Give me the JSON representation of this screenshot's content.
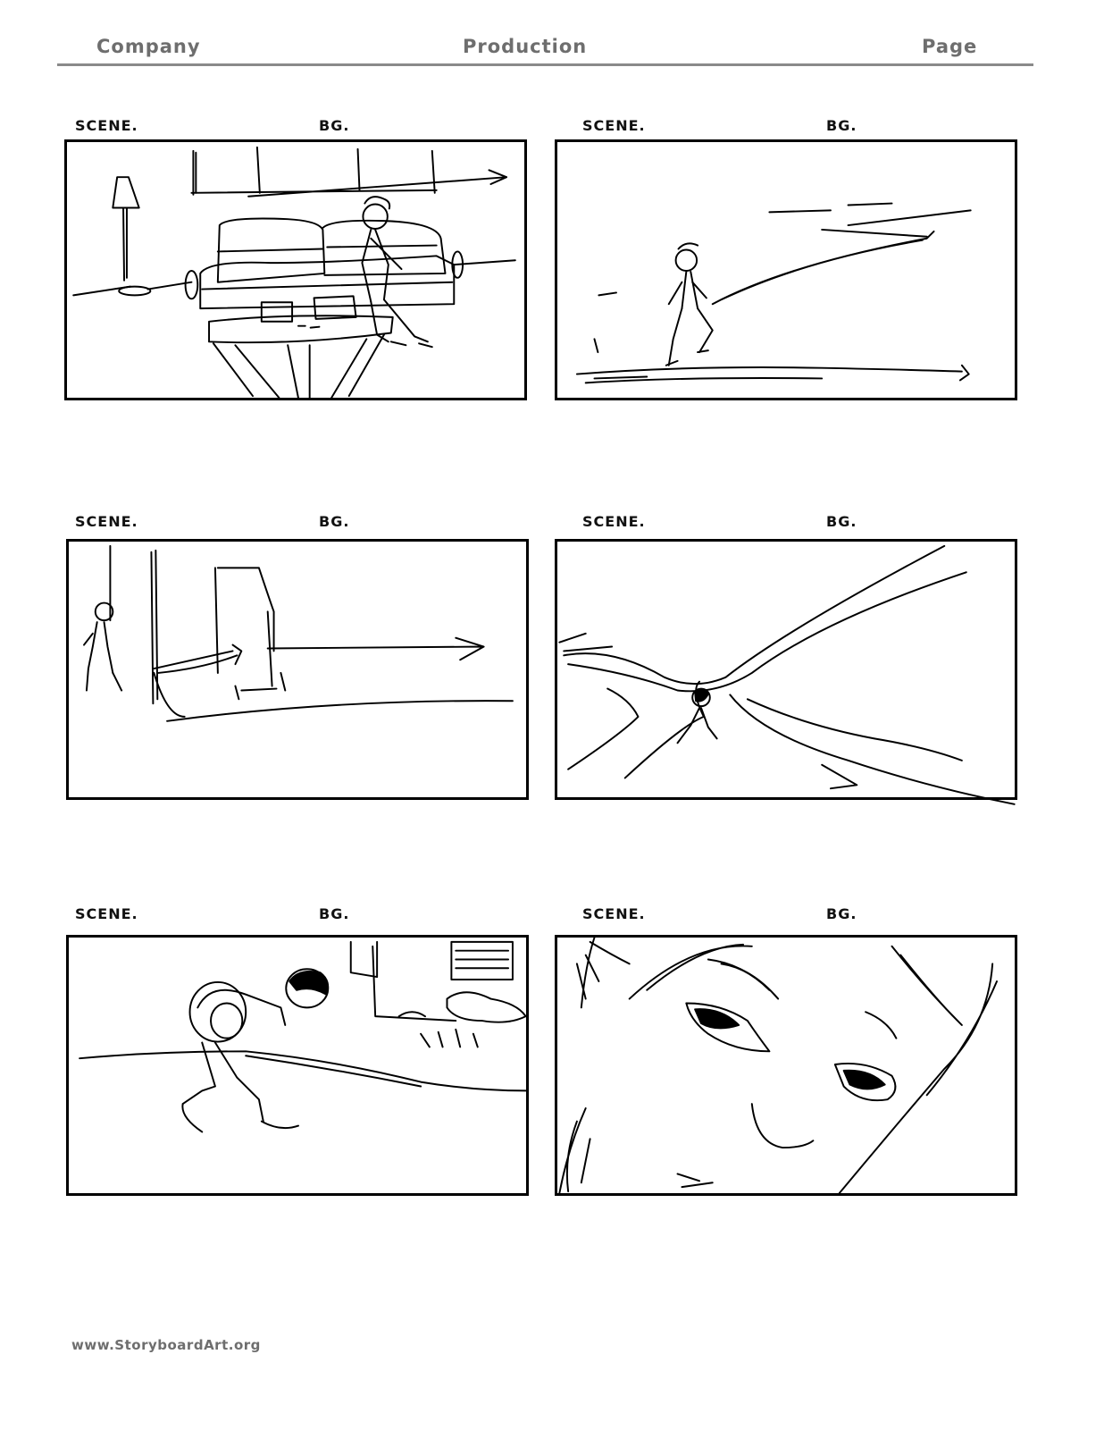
{
  "header": {
    "company": "Company",
    "production": "Production",
    "page": "Page"
  },
  "panels": [
    {
      "scene_label": "SCENE.",
      "bg_label": "BG."
    },
    {
      "scene_label": "SCENE.",
      "bg_label": "BG."
    },
    {
      "scene_label": "SCENE.",
      "bg_label": "BG."
    },
    {
      "scene_label": "SCENE.",
      "bg_label": "BG."
    },
    {
      "scene_label": "SCENE.",
      "bg_label": "BG."
    },
    {
      "scene_label": "SCENE.",
      "bg_label": "BG."
    }
  ],
  "footer": {
    "url": "www.StoryboardArt.org"
  }
}
